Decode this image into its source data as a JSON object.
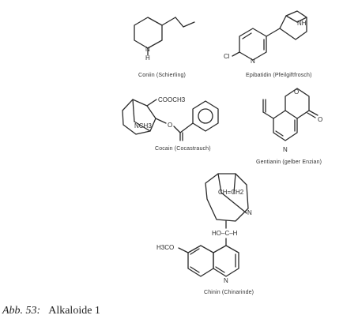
{
  "figure": {
    "molecules": [
      {
        "key": "coniin",
        "name": "Coniin (Schierling)",
        "atoms": [
          "N",
          "H"
        ]
      },
      {
        "key": "epibatidin",
        "name": "Epibatidin (Pfeilgiftfrosch)",
        "atoms": [
          "NH",
          "Cl",
          "N"
        ]
      },
      {
        "key": "cocain",
        "name": "Cocain (Cocastrauch)",
        "atoms": [
          "COOCH3",
          "NCH3",
          "O"
        ]
      },
      {
        "key": "gentianin",
        "name": "Gentianin (gelber Enzian)",
        "atoms": [
          "O",
          "O",
          "N"
        ]
      },
      {
        "key": "chinin",
        "name": "Chinin (Chinarinde)",
        "atoms": [
          "CH=CH2",
          "HO–C–H",
          "H3CO",
          "N",
          "N"
        ]
      }
    ]
  },
  "caption": {
    "label": "Abb. 53:",
    "text": "Alkaloide 1"
  }
}
